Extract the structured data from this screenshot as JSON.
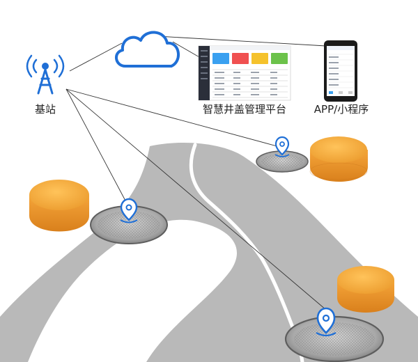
{
  "labels": {
    "base_station": "基站",
    "platform": "智慧井盖管理平台",
    "app": "APP/小程序"
  },
  "icons": {
    "base_station": "antenna-tower-icon",
    "cloud": "cloud-icon",
    "location": "location-pin-icon"
  },
  "colors": {
    "accent_blue": "#1f6fd6",
    "sensor_orange": "#f0a03a",
    "road_gray": "#b9b9b9",
    "lane_white": "#ffffff",
    "card_blue": "#3aa0f0",
    "card_red": "#f05050",
    "card_yellow": "#f5c22c",
    "card_green": "#6cc24a"
  }
}
